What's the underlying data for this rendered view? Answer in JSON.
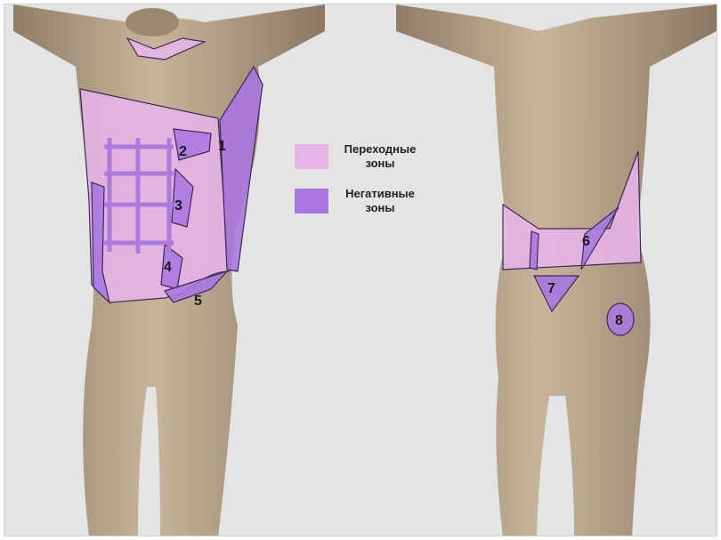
{
  "legend": {
    "transitional": {
      "label": "Переходные зоны",
      "color": "#e7b4e8"
    },
    "negative": {
      "label": "Негативные зоны",
      "color": "#a878e0"
    }
  },
  "zones": [
    "1",
    "2",
    "3",
    "4",
    "5",
    "6",
    "7",
    "8"
  ],
  "colors": {
    "background": "#e4e4e4",
    "skin": "#b8a48a",
    "skin_shadow": "#8f7d66",
    "zone_outline": "#3b2a55"
  }
}
